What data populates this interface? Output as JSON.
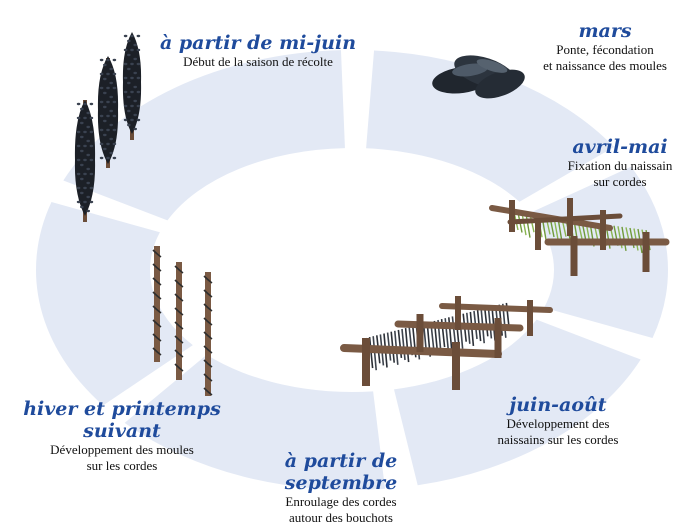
{
  "colors": {
    "ring": "#e3e9f5",
    "title": "#1f4b9c",
    "text": "#111111",
    "wood": "#7a5a44",
    "rope_green": "#6f9a3a",
    "mussel": "#2a313b"
  },
  "stages": [
    {
      "title": "mars",
      "desc_lines": [
        "Ponte, fécondation",
        "et naissance des moules"
      ]
    },
    {
      "title": "avril-mai",
      "desc_lines": [
        "Fixation du naissain",
        "sur cordes"
      ]
    },
    {
      "title": "juin-août",
      "desc_lines": [
        "Développement des",
        "naissains sur les cordes"
      ]
    },
    {
      "title": "à partir de septembre",
      "desc_lines": [
        "Enroulage des cordes",
        "autour des bouchots"
      ]
    },
    {
      "title_lines": [
        "hiver et printemps",
        "suivant"
      ],
      "desc_lines": [
        "Développement des moules",
        "sur les cordes"
      ]
    },
    {
      "title": "à partir de mi-juin",
      "desc_lines": [
        "Début de la saison de récolte"
      ]
    }
  ],
  "illustrations": [
    "mussels-icon",
    "green-rope-rack-icon",
    "dark-rope-rack-icon",
    "bouchot-poles-icon",
    "mussel-covered-poles-icon"
  ]
}
